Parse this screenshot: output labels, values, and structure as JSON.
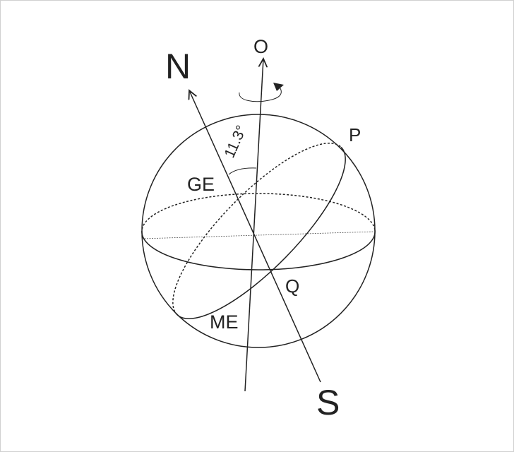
{
  "labels": {
    "north": "N",
    "south": "S",
    "rotation_axis": "O",
    "point_p": "P",
    "point_q": "Q",
    "geographic_equator": "GE",
    "magnetic_equator": "ME",
    "tilt_angle": "11.3°"
  },
  "colors": {
    "stroke": "#222222",
    "background": "#ffffff"
  }
}
